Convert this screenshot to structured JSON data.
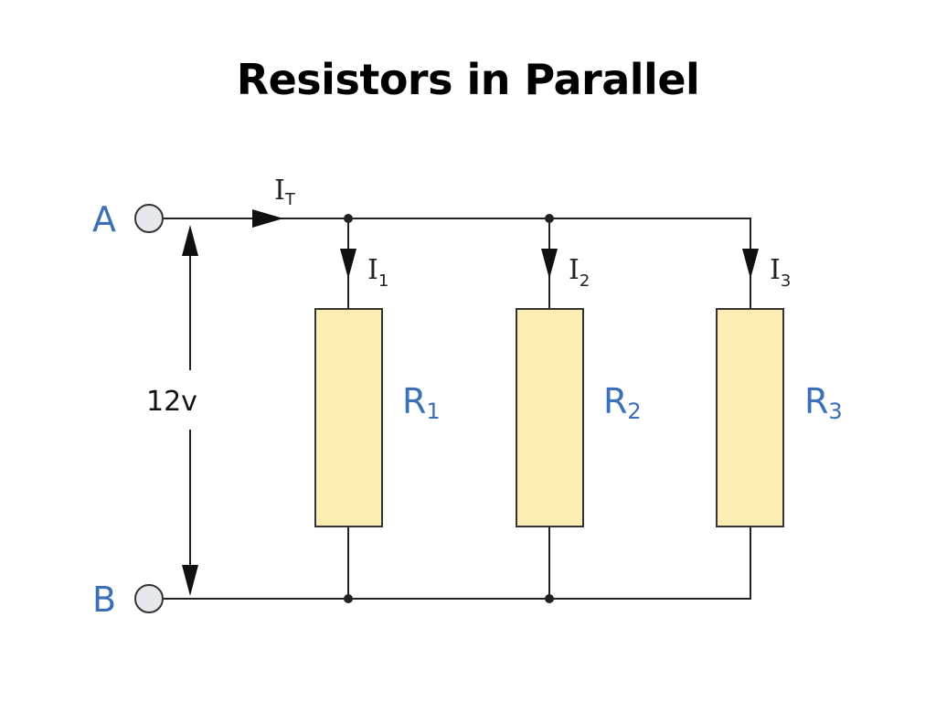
{
  "title": "Resistors in Parallel",
  "terminals": [
    {
      "label": "A"
    },
    {
      "label": "B"
    }
  ],
  "voltage": "12v",
  "total_current": {
    "symbol": "I",
    "subscript": "T"
  },
  "branches": [
    {
      "current_symbol": "I",
      "current_subscript": "1",
      "resistor_symbol": "R",
      "resistor_subscript": "1"
    },
    {
      "current_symbol": "I",
      "current_subscript": "2",
      "resistor_symbol": "R",
      "resistor_subscript": "2"
    },
    {
      "current_symbol": "I",
      "current_subscript": "3",
      "resistor_symbol": "R",
      "resistor_subscript": "3"
    }
  ],
  "colors": {
    "resistor_fill": "#fbedb3",
    "label_blue": "#3b6fb6",
    "wire": "#222222",
    "terminal_fill": "#e6e8ee"
  }
}
